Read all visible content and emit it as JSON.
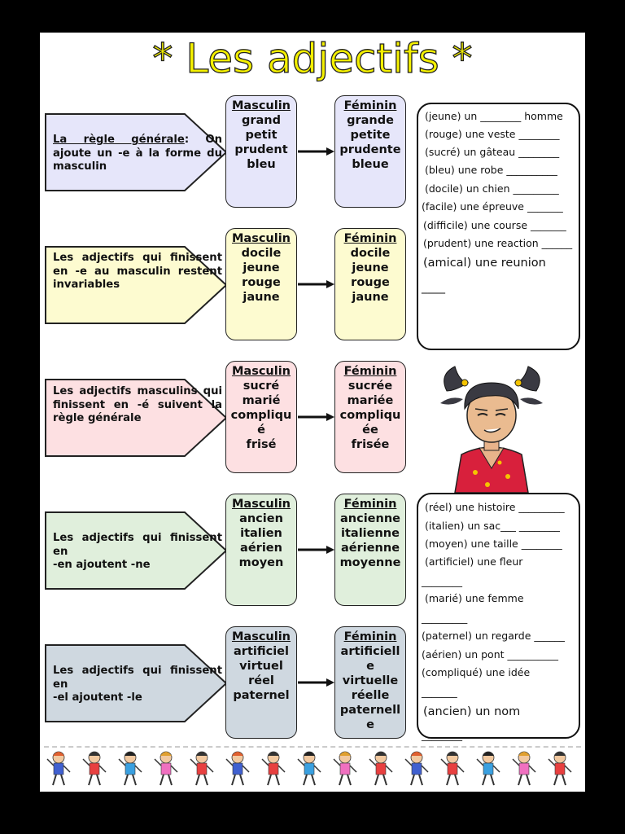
{
  "title": "* Les adjectifs *",
  "rules": [
    {
      "pre_underlined": "La règle générale",
      "text": ": On ajoute un -e à la forme du masculin",
      "fill": "#e6e6fa",
      "masc_header": "Masculin",
      "fem_header": "Féminin",
      "masc": [
        "grand",
        "petit",
        "prudent",
        "bleu"
      ],
      "fem": [
        "grande",
        "petite",
        "prudente",
        "bleue"
      ]
    },
    {
      "pre_underlined": "",
      "text": "Les adjectifs qui finissent en -e au masculin restent invariables",
      "fill": "#fdfbd0",
      "masc_header": "Masculin",
      "fem_header": "Féminin",
      "masc": [
        "docile",
        "jeune",
        "rouge",
        "jaune"
      ],
      "fem": [
        "docile",
        "jeune",
        "rouge",
        "jaune"
      ]
    },
    {
      "pre_underlined": "",
      "text": "Les adjectifs masculins qui finissent en -é suivent la règle générale",
      "fill": "#fde0e2",
      "masc_header": "Masculin",
      "fem_header": "Féminin",
      "masc": [
        "sucré",
        "marié",
        "compliqu",
        "é",
        "frisé"
      ],
      "fem": [
        "sucrée",
        "mariée",
        "compliqu",
        "ée",
        "frisée"
      ]
    },
    {
      "pre_underlined": "",
      "text": "Les adjectifs qui finissent en\n-en ajoutent -ne",
      "fill": "#e0efdc",
      "masc_header": "Masculin",
      "fem_header": "Féminin",
      "masc": [
        "ancien",
        "italien",
        "aérien",
        "moyen"
      ],
      "fem": [
        "ancienne",
        "italienne",
        "aérienne",
        "moyenne"
      ]
    },
    {
      "pre_underlined": "",
      "text": "Les adjectifs qui finissent en\n -el ajoutent -le",
      "fill": "#cfd8e0",
      "masc_header": "Masculin",
      "fem_header": "Féminin",
      "masc": [
        "artificiel",
        "virtuel",
        "réel",
        "paternel"
      ],
      "fem": [
        "artificiell",
        "e",
        "virtuelle",
        "réelle",
        "paternell",
        "e"
      ]
    }
  ],
  "exercise1": [
    "(jeune) un ________ homme",
    "(rouge) une veste ________",
    "(sucré) un gâteau ________",
    "(bleu) une robe __________",
    "(docile) un chien _________",
    "(facile) une épreuve _______",
    "(difficile) une course _______",
    "(prudent) une reaction ______",
    "(amical) une reunion",
    "____"
  ],
  "exercise2": [
    "(réel) une histoire _________",
    "(italien) un sac___ ________",
    "(moyen) une taille ________",
    "(artificiel) une fleur",
    "________",
    "(marié) une femme",
    "_________",
    "(paternel) un regarde ______",
    "(aérien) un pont __________",
    "(compliqué) une idée",
    "_______",
    "(ancien) un nom",
    "________"
  ],
  "colors": {
    "title": "#f4f000",
    "rule1": "#e6e6fa",
    "rule2": "#fdfbd0",
    "rule3": "#fde0e2",
    "rule4": "#e0efdc",
    "rule5": "#cfd8e0"
  }
}
